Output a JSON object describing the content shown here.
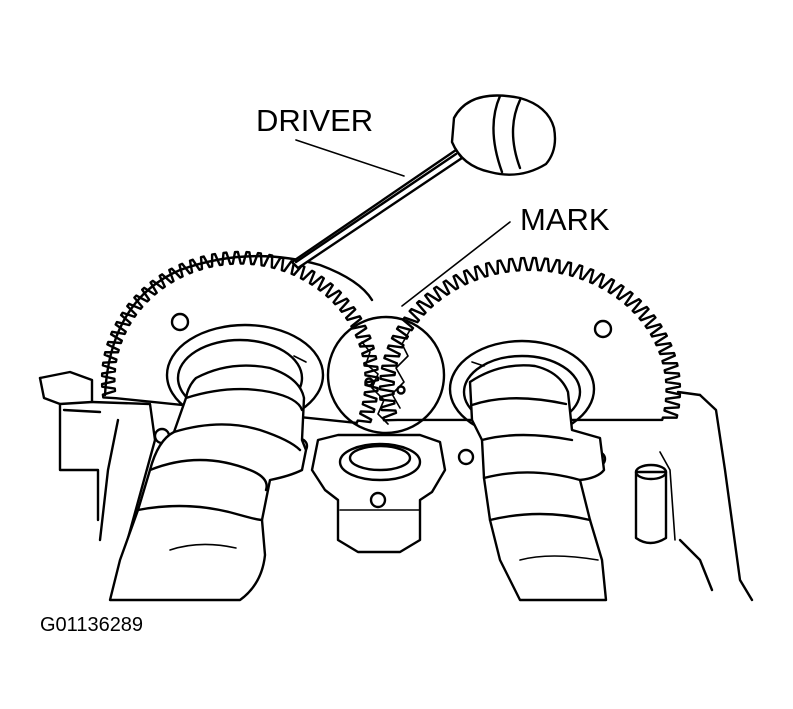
{
  "labels": {
    "driver": "DRIVER",
    "mark": "MARK"
  },
  "figure_code": "G01136289",
  "colors": {
    "ink": "#000000",
    "paper": "#ffffff"
  }
}
